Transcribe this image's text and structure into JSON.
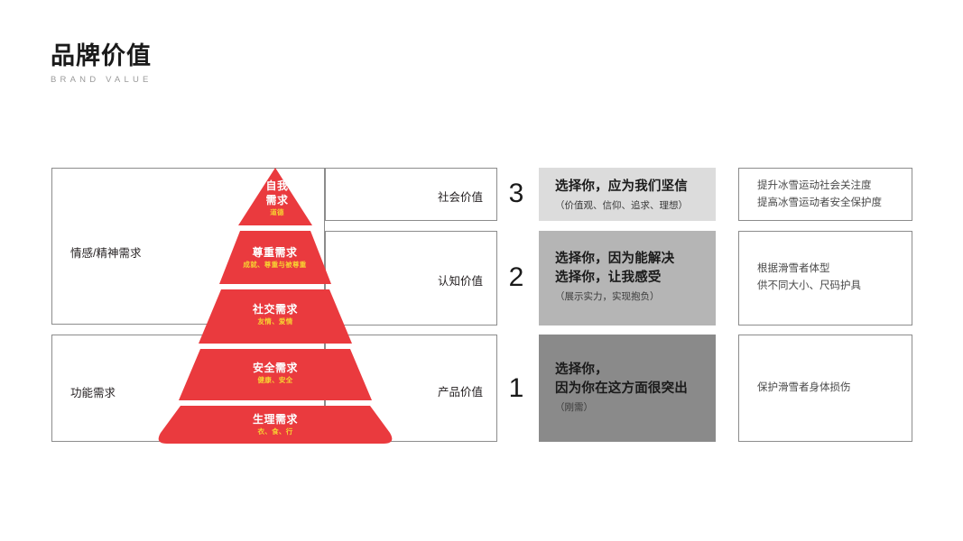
{
  "header": {
    "title": "品牌价值",
    "subtitle": "BRAND VALUE"
  },
  "colors": {
    "pyramid_red": "#EA3A3E",
    "pyramid_sub_text": "#F7D131",
    "panel_light": "#DCDCDC",
    "panel_mid": "#B5B5B5",
    "panel_dark": "#8A8A8A",
    "outline": "#8C8C8C",
    "text": "#231F20"
  },
  "pyramid": {
    "tiers": [
      {
        "id": "self-actualization",
        "label": "自我\n需求",
        "label_line1": "自我",
        "label_line2": "需求",
        "sub": "道德"
      },
      {
        "id": "esteem",
        "label": "尊重需求",
        "sub": "成就、尊重与被尊重"
      },
      {
        "id": "social",
        "label": "社交需求",
        "sub": "友情、爱情"
      },
      {
        "id": "safety",
        "label": "安全需求",
        "sub": "健康、安全"
      },
      {
        "id": "physiological",
        "label": "生理需求",
        "sub": "衣、食、行"
      }
    ]
  },
  "left_groups": [
    {
      "id": "emotional",
      "label": "情感/精神需求"
    },
    {
      "id": "functional",
      "label": "功能需求"
    }
  ],
  "value_levels": [
    {
      "id": "social-value",
      "label": "社会价值",
      "number": "3"
    },
    {
      "id": "cognitive-value",
      "label": "认知价值",
      "number": "2"
    },
    {
      "id": "product-value",
      "label": "产品价值",
      "number": "1"
    }
  ],
  "messages": [
    {
      "id": "msg-social",
      "lines": [
        "选择你，应为我们坚信"
      ],
      "note": "（价值观、信仰、追求、理想）",
      "shade": "light"
    },
    {
      "id": "msg-cognitive",
      "lines": [
        "选择你，因为能解决",
        "选择你，让我感受"
      ],
      "note": "（展示实力，实现抱负）",
      "shade": "mid"
    },
    {
      "id": "msg-product",
      "lines": [
        "选择你，",
        "因为你在这方面很突出"
      ],
      "note": "（刚需）",
      "shade": "dark"
    }
  ],
  "outcomes": [
    {
      "id": "outcome-social",
      "lines": [
        "提升冰雪运动社会关注度",
        "提高冰雪运动者安全保护度"
      ]
    },
    {
      "id": "outcome-cognitive",
      "lines": [
        "根据滑雪者体型",
        "供不同大小、尺码护具"
      ]
    },
    {
      "id": "outcome-product",
      "lines": [
        "保护滑雪者身体损伤"
      ]
    }
  ]
}
